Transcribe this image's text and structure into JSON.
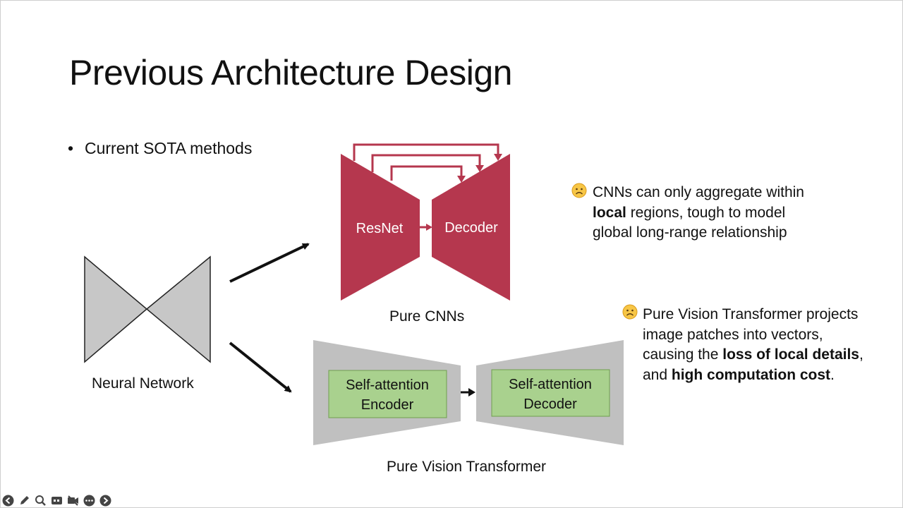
{
  "slide": {
    "title": "Previous Architecture Design",
    "bullet": "Current SOTA methods"
  },
  "diagram": {
    "neural_network_label": "Neural Network",
    "cnn": {
      "encoder_label": "ResNet",
      "decoder_label": "Decoder",
      "caption": "Pure CNNs",
      "color": "#b5374e"
    },
    "transformer": {
      "encoder_line1": "Self-attention",
      "encoder_line2": "Encoder",
      "decoder_line1": "Self-attention",
      "decoder_line2": "Decoder",
      "caption": "Pure Vision Transformer",
      "box_color": "#a9d18e",
      "trapezoid_color": "#c0c0c0"
    }
  },
  "notes": {
    "cnn": {
      "icon": "frowning-face-icon",
      "line1": "CNNs can only aggregate within",
      "line2_bold": "local",
      "line2_rest": " regions, tough to model",
      "line3": "global long-range relationship"
    },
    "vit": {
      "icon": "frowning-face-icon",
      "line1": "Pure Vision Transformer projects",
      "line2": "image patches into vectors,",
      "line3_pre": "causing the ",
      "line3_bold": "loss of local details",
      "line3_post": ",",
      "line4_pre": "and ",
      "line4_bold": "high computation cost",
      "line4_post": "."
    }
  },
  "toolbar": {
    "items": [
      "back-arrow-icon",
      "pen-icon",
      "zoom-icon",
      "captions-icon",
      "video-off-icon",
      "more-icon",
      "forward-arrow-icon"
    ]
  }
}
